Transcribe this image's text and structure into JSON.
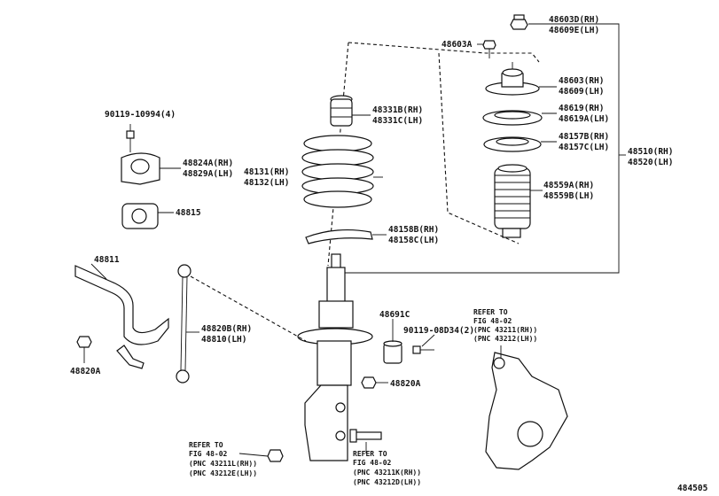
{
  "labels": {
    "p48603D": "48603D(RH)",
    "p48609E": "48609E(LH)",
    "p48603A": "48603A",
    "p48603": "48603(RH)",
    "p48609": "48609(LH)",
    "p48619": "48619(RH)",
    "p48619A": "48619A(LH)",
    "p48157B": "48157B(RH)",
    "p48157C": "48157C(LH)",
    "p48510": "48510(RH)",
    "p48520": "48520(LH)",
    "p48559A": "48559A(RH)",
    "p48559B": "48559B(LH)",
    "p48331B": "48331B(RH)",
    "p48331C": "48331C(LH)",
    "p90119_10994": "90119-10994(4)",
    "p48824A": "48824A(RH)",
    "p48829A": "48829A(LH)",
    "p48131": "48131(RH)",
    "p48132": "48132(LH)",
    "p48815": "48815",
    "p48158B": "48158B(RH)",
    "p48158C": "48158C(LH)",
    "p48811": "48811",
    "p48691C": "48691C",
    "p90119_08D34": "90119-08D34(2)",
    "p48820B": "48820B(RH)",
    "p48810": "48810(LH)",
    "p48820A_left": "48820A",
    "p48820A_mid": "48820A",
    "refer_right_1": "REFER TO",
    "refer_right_2": "FIG 48-02",
    "refer_right_3": "(PNC 43211(RH))",
    "refer_right_4": "(PNC 43212(LH))",
    "refer_bl_1": "REFER TO",
    "refer_bl_2": "FIG 48-02",
    "refer_bl_3": "(PNC 43211L(RH))",
    "refer_bl_4": "(PNC 43212E(LH))",
    "refer_bm_1": "REFER TO",
    "refer_bm_2": "FIG 48-02",
    "refer_bm_3": "(PNC 43211K(RH))",
    "refer_bm_4": "(PNC 43212D(LH))",
    "diagram_id": "484505"
  }
}
